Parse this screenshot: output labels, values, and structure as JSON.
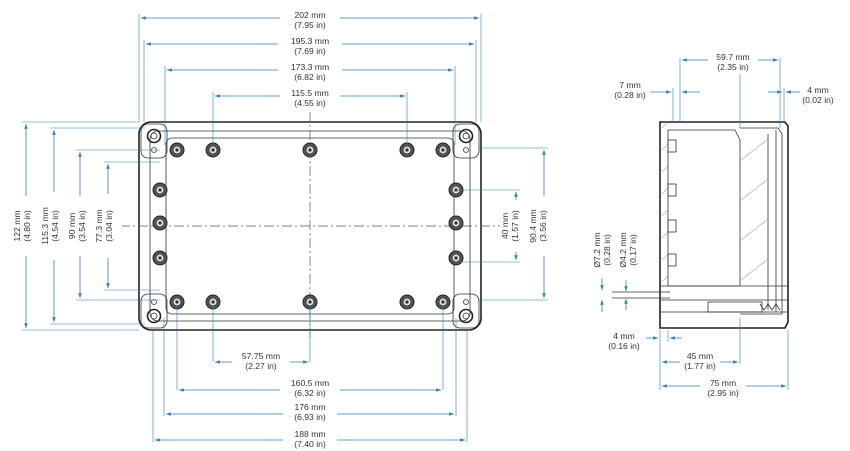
{
  "front_view": {
    "top_dims": [
      {
        "id": "overall_length",
        "mm": "202 mm",
        "in": "(7.95 in)"
      },
      {
        "id": "body_length",
        "mm": "195.3 mm",
        "in": "(7.69 in)"
      },
      {
        "id": "screw_span",
        "mm": "173.3 mm",
        "in": "(6.82 in)"
      },
      {
        "id": "inner_span",
        "mm": "115.5 mm",
        "in": "(4.55 in)"
      }
    ],
    "bottom_dims": [
      {
        "id": "offset",
        "mm": "57.75 mm",
        "in": "(2.27 in)"
      },
      {
        "id": "boss_span",
        "mm": "160.5 mm",
        "in": "(6.32 in)"
      },
      {
        "id": "mount_span",
        "mm": "176 mm",
        "in": "(6.93 in)"
      },
      {
        "id": "base_length",
        "mm": "188 mm",
        "in": "(7.40 in)"
      }
    ],
    "left_dims": [
      {
        "id": "overall_width",
        "mm": "122 mm",
        "in": "(4.80 in)"
      },
      {
        "id": "body_width",
        "mm": "115.3 mm",
        "in": "(4.54 in)"
      },
      {
        "id": "screw_width",
        "mm": "90 mm",
        "in": "(3.54 in)"
      },
      {
        "id": "inner_width",
        "mm": "77.3 mm",
        "in": "(3.04 in)"
      }
    ],
    "right_dims": [
      {
        "id": "boss_pitch",
        "mm": "40 mm",
        "in": "(1.57 in)"
      },
      {
        "id": "boss_width",
        "mm": "90.4 mm",
        "in": "(3.56 in)"
      }
    ]
  },
  "side_view": {
    "top_dims": [
      {
        "id": "lid_depth",
        "mm": "59.7 mm",
        "in": "(2.35 in)"
      },
      {
        "id": "wall_left",
        "mm": "7 mm",
        "in": "(0.28 in)"
      },
      {
        "id": "wall_right",
        "mm": "4 mm",
        "in": "(0.02 in)"
      }
    ],
    "hole_dims": [
      {
        "id": "hole_outer",
        "mm": "Ø7.2 mm",
        "in": "(0.28 in)"
      },
      {
        "id": "hole_inner",
        "mm": "Ø4.2 mm",
        "in": "(0.17 in)"
      }
    ],
    "bottom_dims": [
      {
        "id": "base_offset",
        "mm": "4 mm",
        "in": "(0.16 in)"
      },
      {
        "id": "base_depth",
        "mm": "45 mm",
        "in": "(1.77 in)"
      },
      {
        "id": "overall_depth",
        "mm": "75 mm",
        "in": "(2.95 in)"
      }
    ]
  },
  "colors": {
    "dimension": "#2f7fb4",
    "outline": "#222222"
  }
}
